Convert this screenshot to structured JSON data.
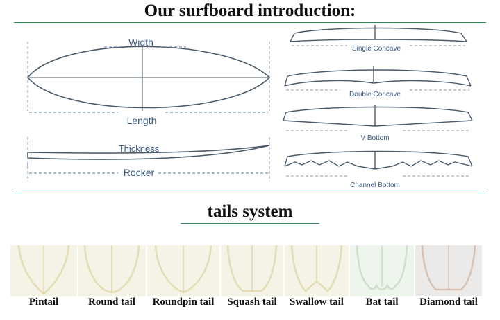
{
  "header": {
    "title": "Our surfboard introduction:"
  },
  "dimensions": {
    "width_label": "Width",
    "length_label": "Length",
    "thickness_label": "Thickness",
    "rocker_label": "Rocker"
  },
  "bottoms": [
    {
      "label": "Single Concave"
    },
    {
      "label": "Double Concave"
    },
    {
      "label": "V Bottom"
    },
    {
      "label": "Channel Bottom"
    }
  ],
  "tails_section": {
    "title": "tails system"
  },
  "tails": [
    {
      "label": "Pintail"
    },
    {
      "label": "Round tail"
    },
    {
      "label": "Roundpin tail"
    },
    {
      "label": "Squash tail"
    },
    {
      "label": "Swallow tail"
    },
    {
      "label": "Bat tail"
    },
    {
      "label": "Diamond tail"
    }
  ],
  "colors": {
    "line": "#4a5a6a",
    "label": "#3b5a82",
    "rule": "#2e8b57",
    "tail_fill": "#f4f3e6",
    "tail_outline": "#e4ddb4"
  }
}
